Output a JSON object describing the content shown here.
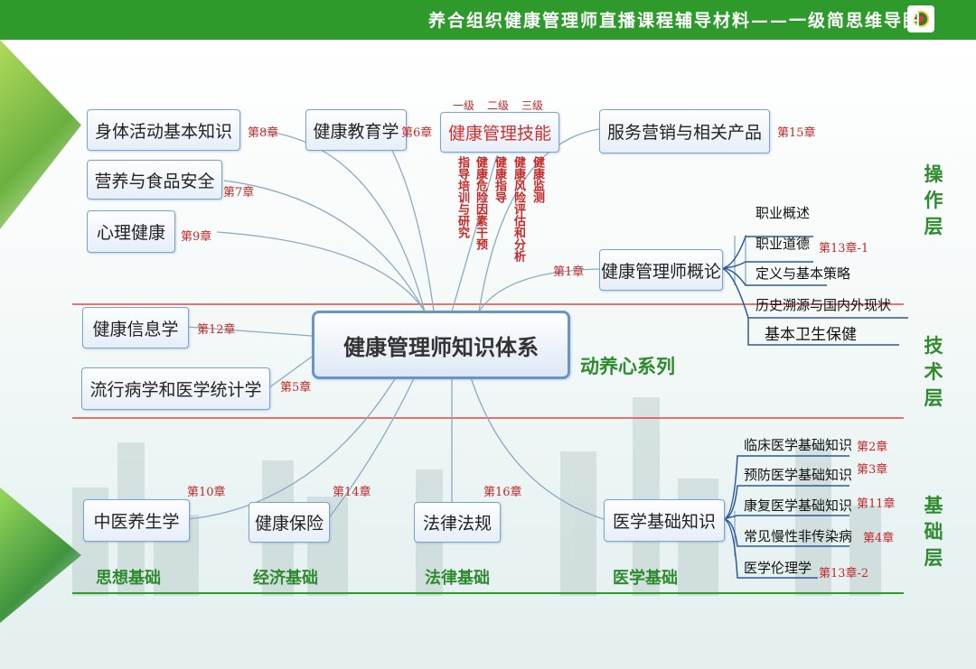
{
  "header": {
    "title": "养合组织健康管理师直播课程辅导材料——一级简思维导图"
  },
  "center_node": "健康管理师知识体系",
  "series_label": "动养心系列",
  "layers": {
    "operation": "操作层",
    "technical": "技术层",
    "foundation": "基础层"
  },
  "skills": {
    "label": "健康管理技能",
    "levels": [
      "一级",
      "二级",
      "三级"
    ],
    "items": [
      "指导培训与研究",
      "健康危险因素干预",
      "健康指导",
      "健康风险评估和分析",
      "健康监测"
    ]
  },
  "nodes": {
    "physical_activity": "身体活动基本知识",
    "health_education": "健康教育学",
    "service_marketing": "服务营销与相关产品",
    "nutrition": "营养与食品安全",
    "mental_health": "心理健康",
    "overview": "健康管理师概论",
    "informatics": "健康信息学",
    "epidemiology": "流行病学和医学统计学",
    "tcm": "中医养生学",
    "insurance": "健康保险",
    "law": "法律法规",
    "medical_basics": "医学基础知识"
  },
  "chapters": {
    "physical_activity": "第8章",
    "health_education": "第6章",
    "service_marketing": "第15章",
    "nutrition": "第7章",
    "mental_health": "第9章",
    "overview": "第1章",
    "ethics": "第13章-1",
    "informatics": "第12章",
    "epidemiology": "第5章",
    "tcm": "第10章",
    "insurance": "第14章",
    "law": "第16章",
    "clinical": "第2章",
    "preventive": "第3章",
    "rehab": "第11章",
    "chronic": "第4章",
    "med_ethics": "第13章-2"
  },
  "overview_subs": [
    "职业概述",
    "职业道德",
    "定义与基本策略",
    "历史溯源与国内外现状",
    "基本卫生保健"
  ],
  "medical_subs": [
    "临床医学基础知识",
    "预防医学基础知识",
    "康复医学基础知识",
    "常见慢性非传染病",
    "医学伦理学"
  ],
  "foundations": [
    "思想基础",
    "经济基础",
    "法律基础",
    "医学基础"
  ],
  "colors": {
    "header_green": "#2e9a2c",
    "line_red": "#d84848",
    "node_border": "#7aa4cc",
    "chapter_red": "#c62828",
    "layer_green": "#2e8b2e",
    "branch_line": "#8aaac4"
  }
}
